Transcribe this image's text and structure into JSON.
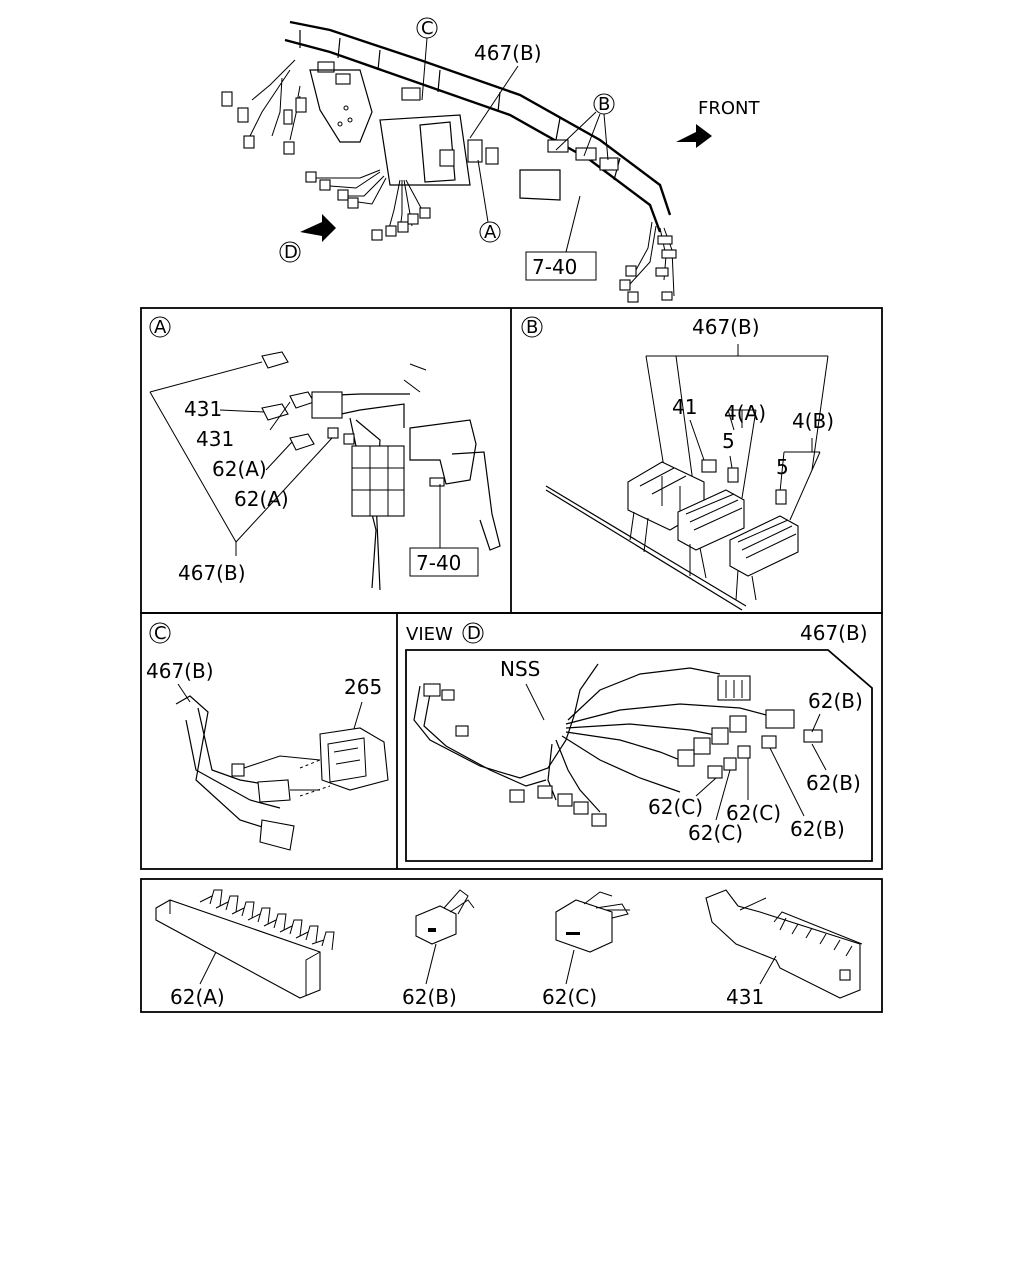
{
  "overview": {
    "front": "FRONT",
    "callouts": {
      "a": "A",
      "b": "B",
      "c": "C",
      "d": "D"
    },
    "p467b": "467(B)",
    "ref740": "7-40"
  },
  "panel_a": {
    "marker": "A",
    "p431_1": "431",
    "p431_2": "431",
    "p62a_1": "62(A)",
    "p62a_2": "62(A)",
    "p467b": "467(B)",
    "ref740": "7-40"
  },
  "panel_b": {
    "marker": "B",
    "p467b": "467(B)",
    "p41": "41",
    "p4a": "4(A)",
    "p5_1": "5",
    "p4b": "4(B)",
    "p5_2": "5"
  },
  "panel_c": {
    "marker": "C",
    "p467b": "467(B)",
    "p265": "265"
  },
  "panel_d": {
    "view_label": "VIEW",
    "marker": "D",
    "p467b": "467(B)",
    "nss": "NSS",
    "p62b_1": "62(B)",
    "p62b_2": "62(B)",
    "p62b_3": "62(B)",
    "p62c_1": "62(C)",
    "p62c_2": "62(C)",
    "p62c_3": "62(C)"
  },
  "legend": {
    "p62a": "62(A)",
    "p62b": "62(B)",
    "p62c": "62(C)",
    "p431": "431"
  }
}
